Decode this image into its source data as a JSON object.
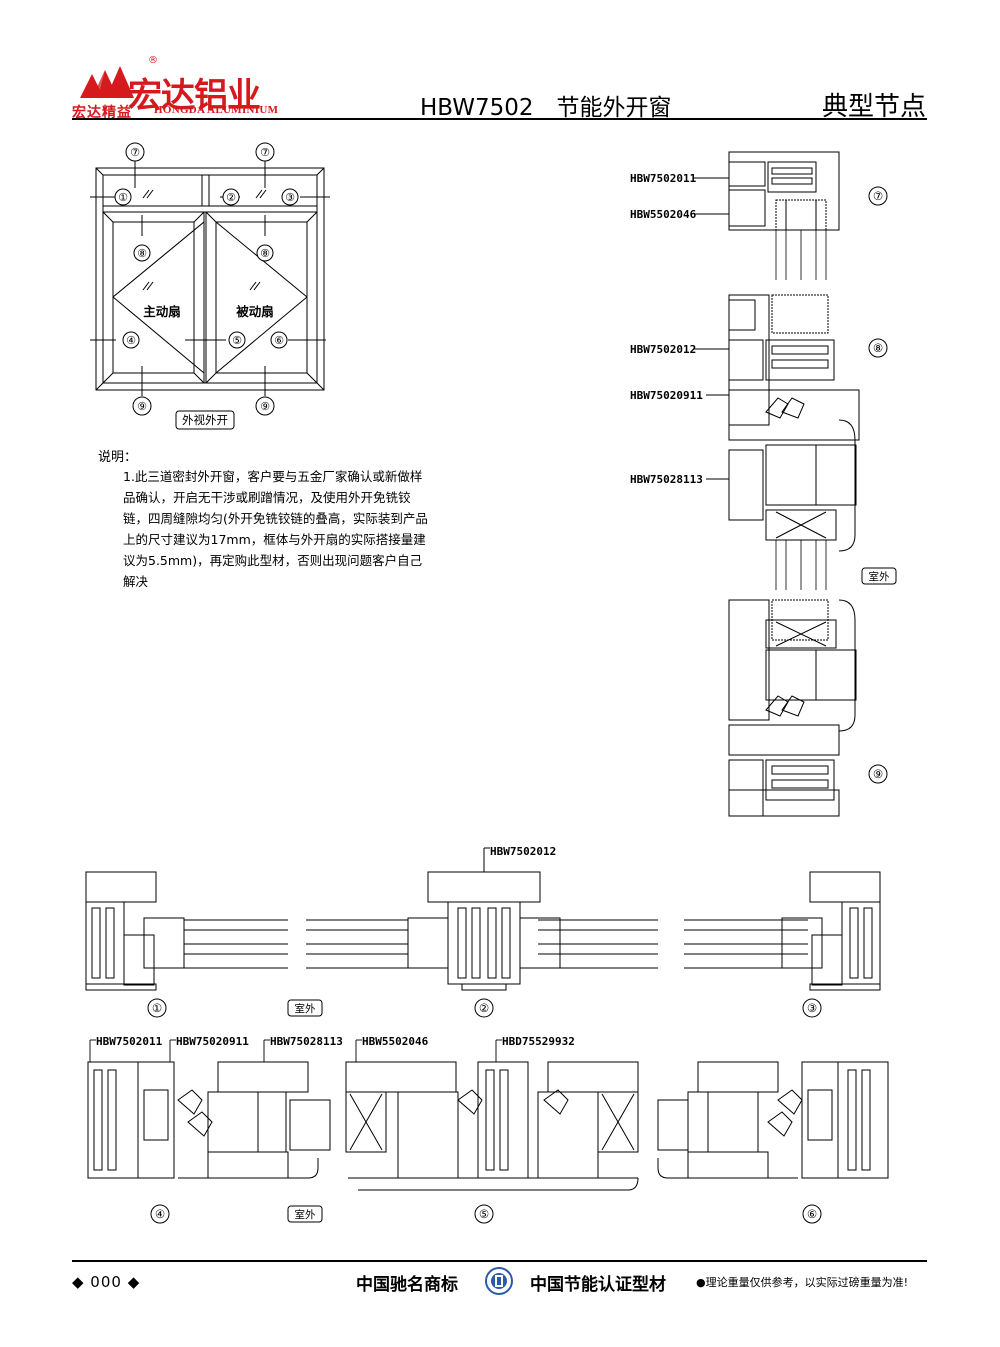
{
  "header": {
    "brand_name": "宏达铝业",
    "brand_cn_tag": "宏达精益",
    "brand_en": "HONGDA ALUMINIUM",
    "reg_mark": "®",
    "title": "HBW7502　节能外开窗",
    "right_title": "典型节点"
  },
  "elevation": {
    "markers": [
      "⑦",
      "⑦",
      "①",
      "②",
      "③",
      "⑧",
      "⑧",
      "④",
      "⑤",
      "⑥",
      "⑨",
      "⑨"
    ],
    "label_left": "主动扇",
    "label_right": "被动扇",
    "view_label": "外视外开"
  },
  "notes": {
    "title": "说明：",
    "body": "1.此三道密封外开窗，客户要与五金厂家确认或新做样品确认，开启无干涉或刷蹭情况，及使用外开免铣铰链，四周缝隙均匀(外开免铣铰链的叠高，实际装到产品上的尺寸建议为17mm，框体与外开扇的实际搭接量建议为5.5mm)，再定购此型材，否则出现问题客户自己解决"
  },
  "vertical_section": {
    "part_labels": [
      "HBW7502011",
      "HBW5502046",
      "HBW7502012",
      "HBW75020911",
      "HBW75028113"
    ],
    "markers": [
      "⑦",
      "⑧",
      "⑨"
    ],
    "outdoor_label": "室外"
  },
  "horizontal_top": {
    "part_label": "HBW7502012",
    "markers": [
      "①",
      "②",
      "③"
    ],
    "outdoor_label": "室外"
  },
  "horizontal_bottom": {
    "part_labels": [
      "HBW7502011",
      "HBW75020911",
      "HBW75028113",
      "HBW5502046",
      "HBD75529932"
    ],
    "markers": [
      "④",
      "⑤",
      "⑥"
    ],
    "outdoor_label": "室外"
  },
  "footer": {
    "page": "◆ 000 ◆",
    "trademark": "中国驰名商标",
    "cert": "中国节能认证型材",
    "disclaimer": "●理论重量仅供参考，以实际过磅重量为准!"
  },
  "colors": {
    "brand_red": "#d5191d",
    "ink": "#000000"
  }
}
